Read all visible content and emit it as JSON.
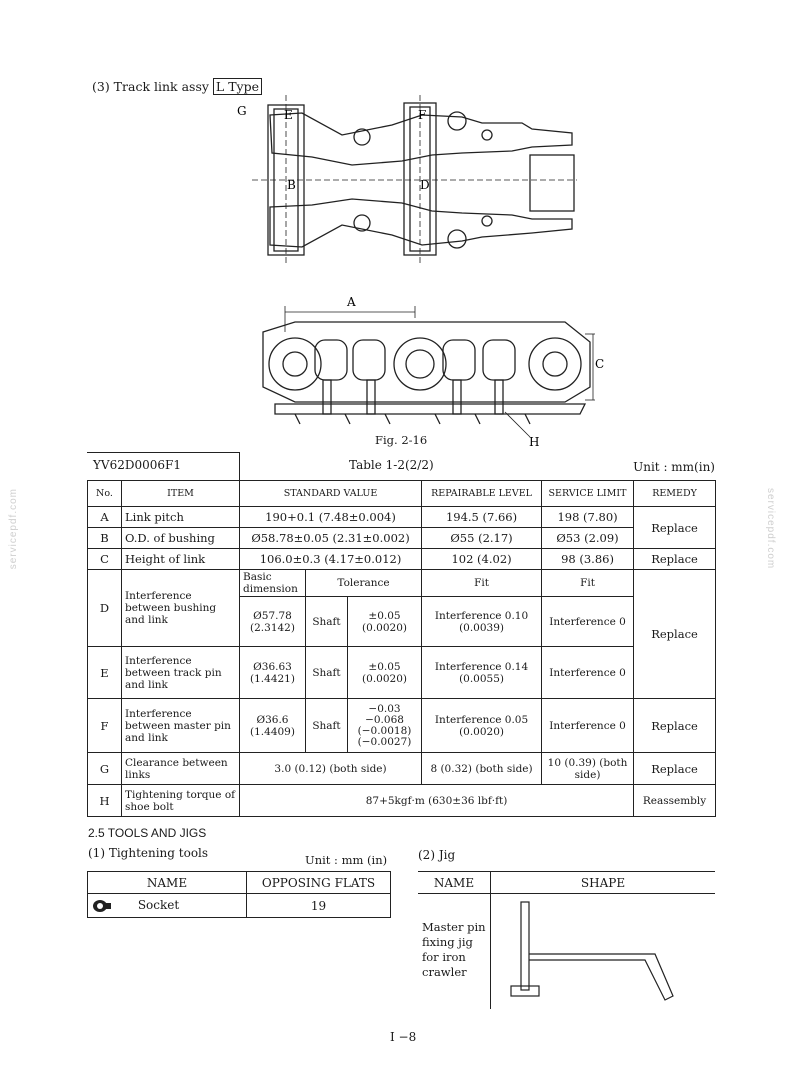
{
  "section_title": "(3)  Track link assy",
  "section_type_box": "L Type",
  "fig1_labels": {
    "g": "G",
    "e": "E",
    "f": "F",
    "b": "B",
    "d": "D"
  },
  "fig2_labels": {
    "a": "A",
    "c": "C",
    "h": "H"
  },
  "fig_caption": "Fig. 2-16",
  "table_code": "YV62D0006F1",
  "table_title": "Table 1-2(2/2)",
  "table_unit": "Unit : mm(in)",
  "headers": {
    "no": "No.",
    "item": "ITEM",
    "standard": "STANDARD VALUE",
    "repairable": "REPAIRABLE LEVEL",
    "service": "SERVICE LIMIT",
    "remedy": "REMEDY"
  },
  "rows": {
    "a": {
      "no": "A",
      "item": "Link pitch",
      "standard": "190+0.1 (7.48±0.004)",
      "repairable": "194.5 (7.66)",
      "service": "198 (7.80)"
    },
    "b": {
      "no": "B",
      "item": "O.D. of bushing",
      "standard": "Ø58.78±0.05 (2.31±0.002)",
      "repairable": "Ø55 (2.17)",
      "service": "Ø53 (2.09)"
    },
    "ab_remedy": "Replace",
    "c1": {
      "no": "C",
      "item": "Height of link",
      "standard": "106.0±0.3 (4.17±0.012)",
      "repairable": "102 (4.02)",
      "service": "98 (3.86)",
      "remedy": "Replace"
    },
    "sub_headers": {
      "basic": "Basic dimension",
      "tolerance": "Tolerance",
      "fit1": "Fit",
      "fit2": "Fit"
    },
    "d": {
      "no": "D",
      "item": "Interference between bushing and link",
      "basic": "Ø57.78 (2.3142)",
      "shaft": "Shaft",
      "tol": "±0.05 (0.0020)",
      "repairable": "Interference 0.10 (0.0039)",
      "service": "Interference 0"
    },
    "e": {
      "no": "E",
      "item": "Interference between track pin and link",
      "basic": "Ø36.63 (1.4421)",
      "shaft": "Shaft",
      "tol": "±0.05 (0.0020)",
      "repairable": "Interference 0.14 (0.0055)",
      "service": "Interference 0"
    },
    "de_remedy": "Replace",
    "f": {
      "no": "F",
      "item": "Interference between master pin and link",
      "basic": "Ø36.6 (1.4409)",
      "shaft": "Shaft",
      "tol1": "−0.03",
      "tol2": "−0.068",
      "tol3": "(−0.0018)",
      "tol4": "(−0.0027)",
      "repairable": "Interference 0.05 (0.0020)",
      "service": "Interference 0",
      "remedy": "Replace"
    },
    "g": {
      "no": "G",
      "item": "Clearance between links",
      "standard": "3.0 (0.12) (both side)",
      "repairable": "8 (0.32) (both side)",
      "service": "10 (0.39) (both side)",
      "remedy": "Replace"
    },
    "h": {
      "no": "H",
      "item": "Tightening torque of shoe bolt",
      "standard": "87+5kgf·m (630±36 lbf·ft)",
      "remedy": "Reassembly"
    }
  },
  "tools_section": "2.5  TOOLS AND JIGS",
  "tools_sub1": "(1)  Tightening tools",
  "tools_unit": "Unit : mm (in)",
  "tools_headers": {
    "name": "NAME",
    "flats": "OPPOSING  FLATS"
  },
  "tools_row": {
    "name": "Socket",
    "flats": "19"
  },
  "jig_sub": "(2)  Jig",
  "jig_headers": {
    "name": "NAME",
    "shape": "SHAPE"
  },
  "jig_row": {
    "name": "Master pin fixing jig for iron crawler"
  },
  "page_number": "I −8",
  "watermark": "servicepdf.com"
}
